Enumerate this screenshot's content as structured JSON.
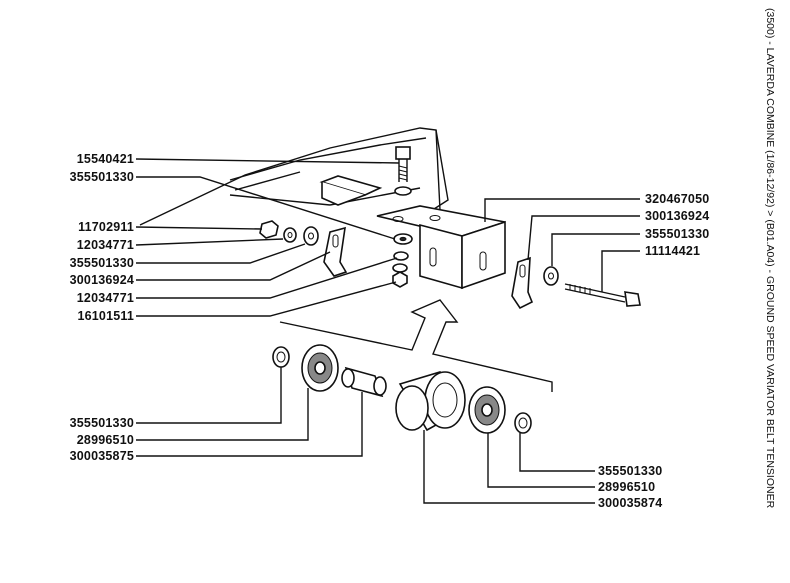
{
  "side_title": "(3500) - LAVERDA COMBINE (1/86-12/92) > (B01.A04) - GROUND SPEED VARIATOR BELT TENSIONER",
  "labels_left": [
    "15540421",
    "355501330",
    "11702911",
    "12034771",
    "355501330",
    "300136924",
    "12034771",
    "16101511",
    "355501330",
    "28996510",
    "300035875"
  ],
  "labels_right": [
    "320467050",
    "300136924",
    "355501330",
    "11114421",
    "355501330",
    "28996510",
    "300035874"
  ]
}
